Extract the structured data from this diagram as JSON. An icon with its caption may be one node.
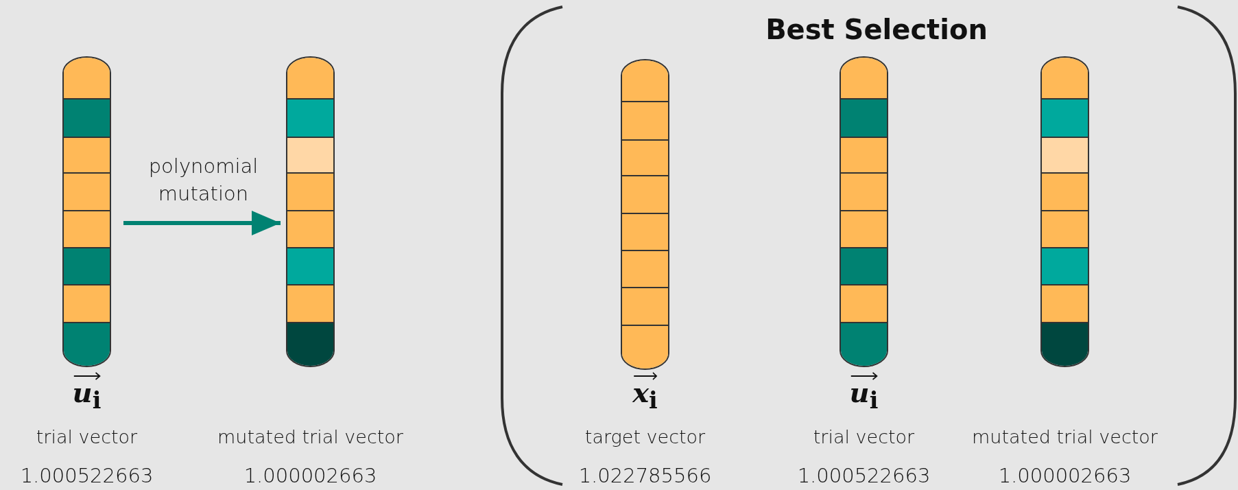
{
  "diagram": {
    "nodes": [
      {
        "text": [],
        "shape": "bar",
        "beside": [
          "*u*$_{i}$",
          "trial vector",
          "1.000522663"
        ]
      },
      {
        "text": [],
        "shape": "bar",
        "beside": [
          "mutated trial vector",
          "1.000002663"
        ]
      },
      {
        "text": [
          "Best Selection"
        ]
      },
      {
        "text": [],
        "shape": "bar",
        "in": 2,
        "beside": [
          "*x*$_{i}$",
          "target vector",
          "1.022785566"
        ]
      },
      {
        "text": [],
        "shape": "bar",
        "in": 2,
        "beside": [
          "*u*$_{i}$",
          "trial vector",
          "1.000522663"
        ]
      },
      {
        "text": [],
        "shape": "bar",
        "in": 2,
        "beside": [
          "mutated trial vector",
          "1.000002663"
        ]
      }
    ],
    "edges": [
      {
        "from": 0,
        "to": 1,
        "arrow": "to",
        "label": "polynomial mutation"
      }
    ]
  }
}
